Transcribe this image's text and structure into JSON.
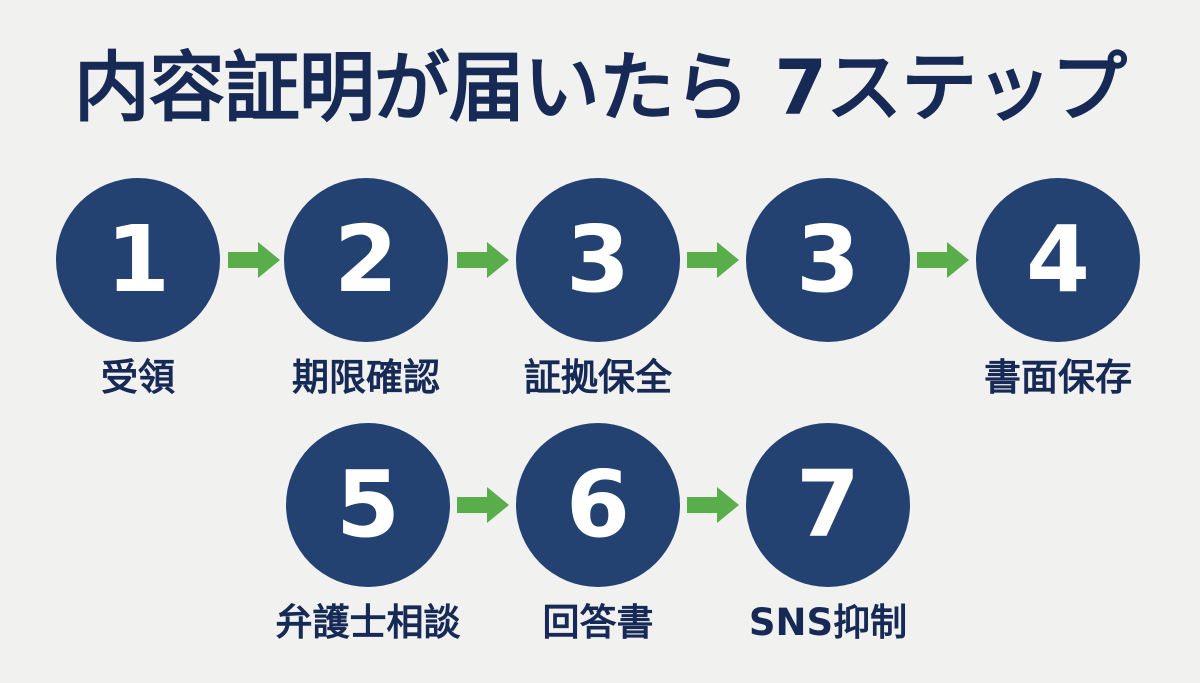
{
  "title": "内容証明が届いたら 7ステップ",
  "colors": {
    "background": "#f1f1f0",
    "title": "#172a56",
    "circle": "#244271",
    "number": "#ffffff",
    "label": "#172a56",
    "arrow": "#59ad4b"
  },
  "steps": [
    {
      "number": "1",
      "label": "受領"
    },
    {
      "number": "2",
      "label": "期限確認"
    },
    {
      "number": "3",
      "label": "証拠保全"
    },
    {
      "number": "3",
      "label": ""
    },
    {
      "number": "4",
      "label": "書面保存"
    },
    {
      "number": "5",
      "label": "弁護士相談"
    },
    {
      "number": "6",
      "label": "回答書"
    },
    {
      "number": "7",
      "label": "SNS抑制"
    }
  ]
}
